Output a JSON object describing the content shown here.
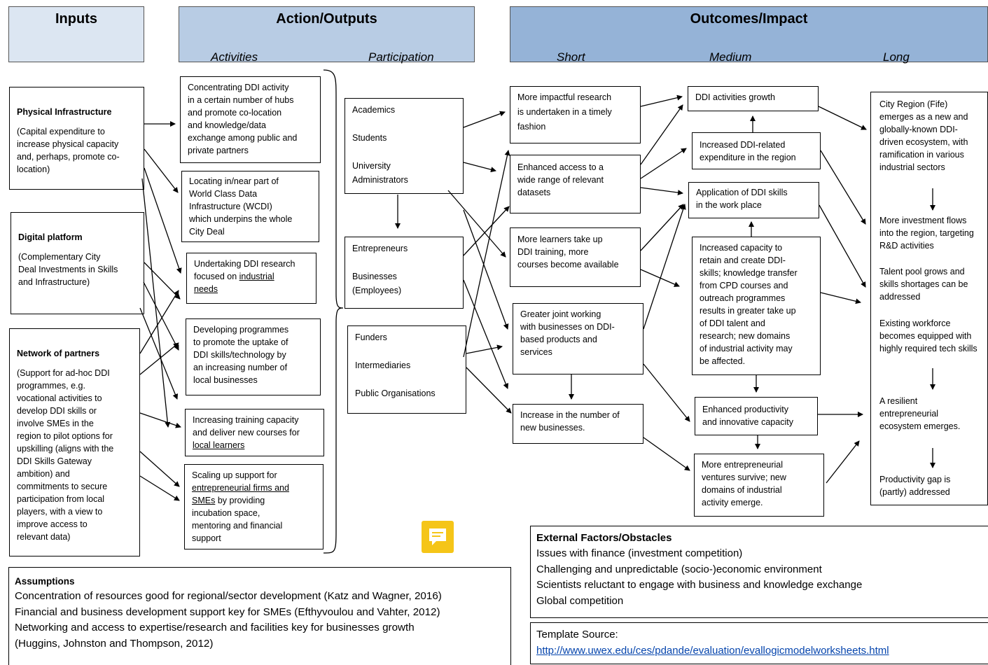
{
  "headers": {
    "inputs": "Inputs",
    "actions": "Action/Outputs",
    "actions_sub": [
      "Activities",
      "Participation"
    ],
    "outcomes": "Outcomes/Impact",
    "outcomes_sub": [
      "Short",
      "Medium",
      "Long"
    ]
  },
  "colors": {
    "header_light": "#dce6f2",
    "header_mid": "#b8cce4",
    "header_dark": "#95b3d7",
    "comment": "#f5c518",
    "link": "#0645ad"
  },
  "inputs": [
    {
      "title": "Physical Infrastructure",
      "text": [
        "(Capital expenditure to",
        "increase physical capacity",
        "and, perhaps, promote co-",
        "location)"
      ]
    },
    {
      "title": "Digital platform",
      "text": [
        "(Complementary City",
        "Deal Investments in Skills",
        "and Infrastructure)"
      ]
    },
    {
      "title": "Network of partners",
      "text": [
        "(Support for ad-hoc DDI",
        "programmes, e.g.",
        "vocational activities to",
        "develop DDI skills or",
        "involve SMEs in the",
        "region to pilot options for",
        "upskilling (aligns with the",
        "DDI Skills Gateway",
        "ambition) and",
        "commitments to secure",
        "participation from local",
        "players, with a view to",
        "improve access to",
        "relevant data)"
      ]
    }
  ],
  "activities": [
    {
      "lines": [
        "Concentrating DDI activity",
        "in a certain number of hubs",
        "and promote co-location",
        "and knowledge/data",
        "exchange among public and",
        "private partners"
      ]
    },
    {
      "lines": [
        "Locating in/near part of",
        "World Class Data",
        "Infrastructure (WCDI)",
        "which underpins the whole",
        "City Deal"
      ]
    },
    {
      "lines": [
        "Undertaking DDI research",
        "focused on "
      ],
      "u1": "industrial",
      "u2": "needs"
    },
    {
      "lines": [
        "Developing programmes",
        "to promote the uptake of",
        "DDI skills/technology by",
        "an increasing number of",
        "local businesses"
      ]
    },
    {
      "lines": [
        "Increasing training capacity",
        "and deliver new courses for"
      ],
      "u": "local learners"
    },
    {
      "lines": [
        "Scaling up support for"
      ],
      "u1": "entrepreneurial firms and",
      "u2": "SMEs",
      "u2_tail": " by providing",
      "rest": [
        "incubation space,",
        "mentoring and financial",
        "support"
      ]
    }
  ],
  "participation": [
    [
      "Academics",
      "Students",
      "University",
      "Administrators"
    ],
    [
      "Entrepreneurs",
      "Businesses",
      "(Employees)"
    ],
    [
      "Funders",
      "Intermediaries",
      "Public Organisations"
    ]
  ],
  "short": [
    [
      "More impactful research",
      "is undertaken in a timely",
      "fashion"
    ],
    [
      "Enhanced access to a",
      "wide range of relevant",
      "datasets"
    ],
    [
      "More learners take up",
      "DDI training, more",
      "courses become available"
    ],
    [
      "Greater joint working",
      "with businesses on DDI-",
      "based products and",
      "services"
    ],
    [
      "Increase in the number of",
      "new businesses."
    ]
  ],
  "medium": [
    [
      "DDI activities growth"
    ],
    [
      "Increased DDI-related",
      "expenditure in the region"
    ],
    [
      "Application of DDI skills",
      "in the work place"
    ],
    [
      "Increased capacity to",
      "retain and create DDI-",
      "skills; knowledge transfer",
      "from CPD courses and",
      "outreach programmes",
      "results in greater take up",
      "of DDI talent and",
      "research; new domains",
      "of industrial activity may",
      "be affected."
    ],
    [
      "Enhanced productivity",
      "and innovative capacity"
    ],
    [
      "More entrepreneurial",
      "ventures survive; new",
      "domains of industrial",
      "activity emerge."
    ]
  ],
  "long": {
    "p1": [
      "City Region (Fife)",
      "emerges as a new and",
      "globally-known DDI-",
      "driven ecosystem, with",
      "ramification in various",
      "industrial sectors"
    ],
    "p2": [
      "More investment flows",
      "into the region, targeting",
      "R&D activities"
    ],
    "p3": [
      "Talent pool grows and",
      "skills shortages can be",
      "addressed"
    ],
    "p4": [
      "Existing workforce",
      "becomes equipped with",
      "highly required tech skills"
    ],
    "p5": [
      "A resilient",
      "entrepreneurial",
      "ecosystem emerges."
    ],
    "p6": [
      "Productivity gap is",
      "(partly) addressed"
    ]
  },
  "external": {
    "title": "External Factors/Obstacles",
    "items": [
      "Issues with finance (investment competition)",
      "Challenging and unpredictable (socio-)economic environment",
      "Scientists reluctant to engage with business and knowledge exchange",
      "Global competition"
    ]
  },
  "assumptions": {
    "title": "Assumptions",
    "items": [
      "Concentration of resources good for regional/sector development (Katz and Wagner, 2016)",
      "Financial and business development support key for SMEs (Efthyvoulou and Vahter, 2012)",
      "Networking and access to expertise/research and facilities key for businesses growth",
      "(Huggins, Johnston and Thompson, 2012)"
    ]
  },
  "source": {
    "label": "Template Source:",
    "url": "http://www.uwex.edu/ces/pdande/evaluation/evallogicmodelworksheets.html"
  },
  "icons": {
    "comment": "comment-icon"
  }
}
